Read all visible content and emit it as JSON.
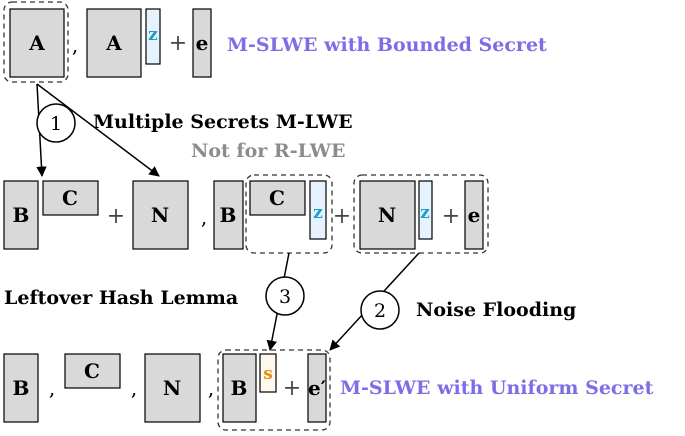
{
  "colors": {
    "box_fill": "#d9d9d9",
    "stroke": "#000000",
    "title": "#7c6ee6",
    "subtitle_gray": "#8c8c8c",
    "z_text": "#1aa0c8",
    "z_fill": "#e6f3ff",
    "s_text": "#e8900c",
    "s_fill": "#fff8ee"
  },
  "matrices": {
    "a": "A",
    "b": "B",
    "c": "C",
    "n": "N",
    "z": "z",
    "s": "s",
    "e": "e",
    "e_prime": "e′"
  },
  "symbols": {
    "comma": ",",
    "plus": "+"
  },
  "titles": {
    "top": "M-SLWE with Bounded Secret",
    "bottom": "M-SLWE with Uniform Secret"
  },
  "steps": [
    {
      "number": "1",
      "label": "Multiple Secrets M-LWE",
      "note": "Not for R-LWE"
    },
    {
      "number": "2",
      "label": "Noise Flooding"
    },
    {
      "number": "3",
      "label": "Leftover Hash Lemma"
    }
  ]
}
